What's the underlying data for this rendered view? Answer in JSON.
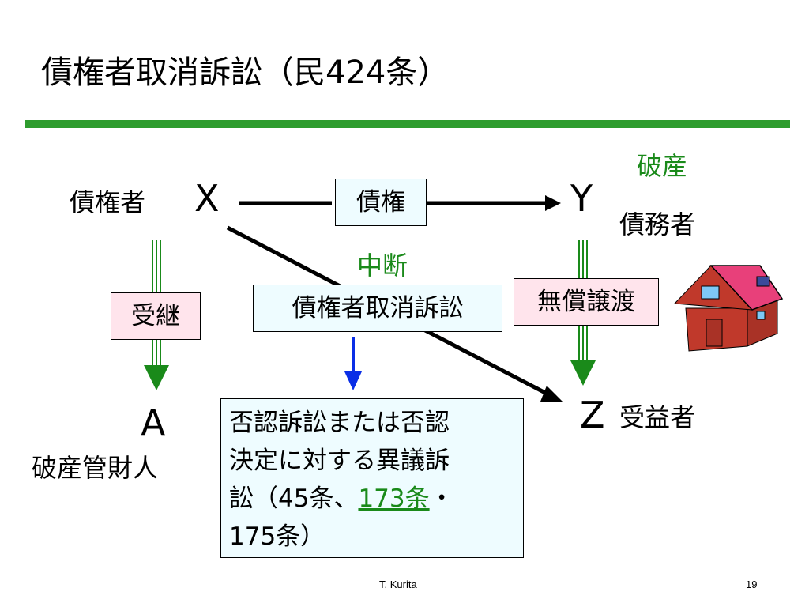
{
  "title": "債権者取消訴訟（民424条）",
  "parties": {
    "x_role": "債権者",
    "x_letter": "X",
    "y_letter": "Y",
    "y_role": "債務者",
    "y_status": "破産",
    "z_letter": "Z",
    "z_role": "受益者",
    "a_letter": "A",
    "a_role": "破産管財人"
  },
  "boxes": {
    "claim": "債権",
    "succession": "受継",
    "lawsuit": "債権者取消訴訟",
    "transfer": "無償譲渡"
  },
  "interruption": "中断",
  "note": {
    "line1": "否認訴訟または否認",
    "line2": "決定に対する異議訴",
    "line3_pre": "訟（45条、",
    "line3_link": "173条",
    "line3_post": "・",
    "line4": "175条）"
  },
  "footer": {
    "author": "T. Kurita",
    "page": "19"
  },
  "colors": {
    "accent_green": "#2e9c2e",
    "text_green": "#1a8a1a",
    "arrow_blue": "#0a2ee6",
    "house_roof": "#e8407a",
    "house_wall": "#c0392b"
  }
}
